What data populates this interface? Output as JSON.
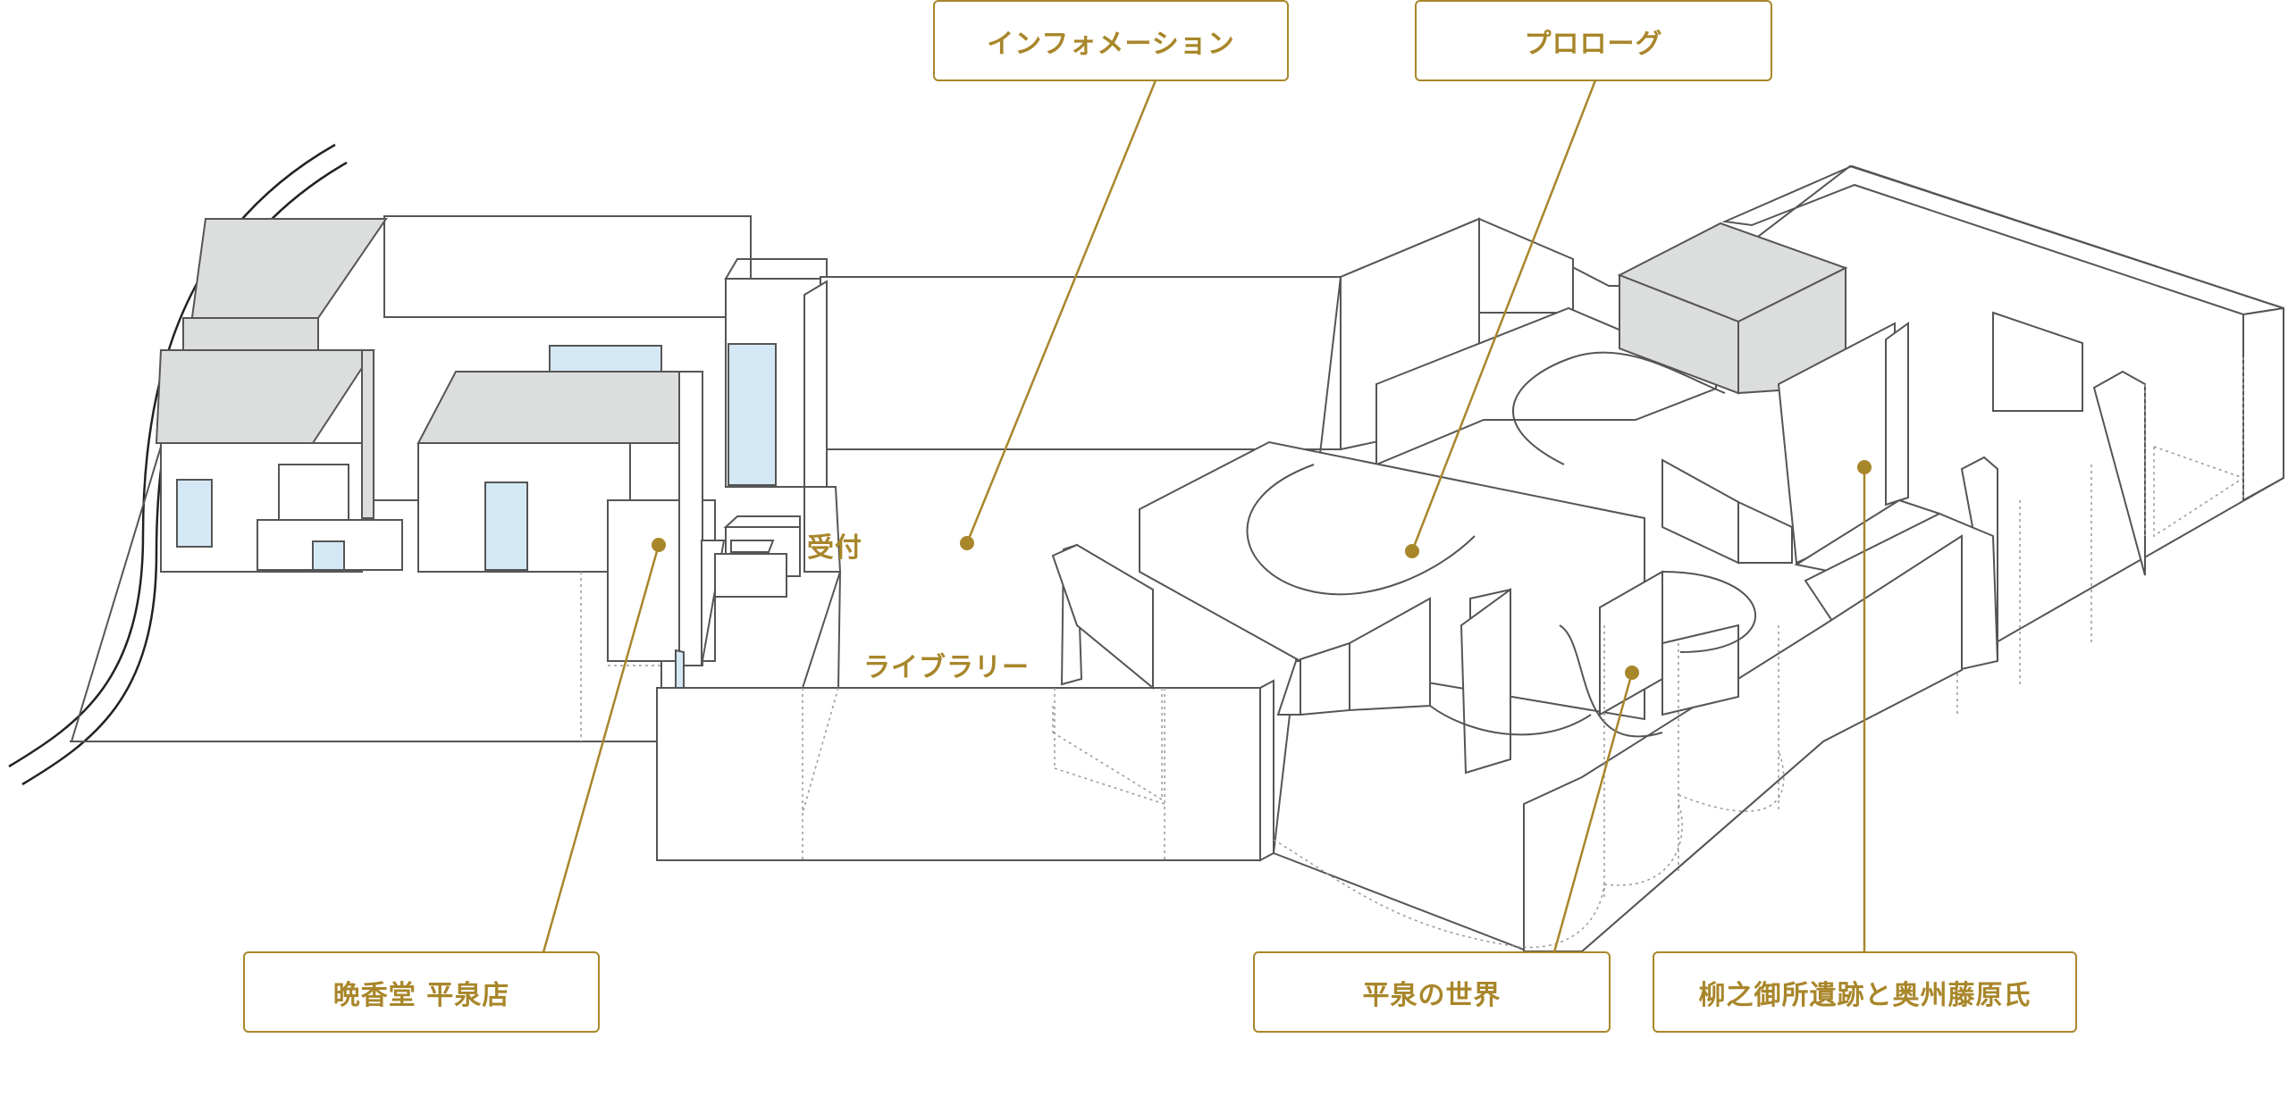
{
  "callouts": {
    "information": "インフォメーション",
    "prologue": "プロローグ",
    "shop": "晩香堂 平泉店",
    "hiraizumi_world": "平泉の世界",
    "yanagi": "柳之御所遺跡と奥州藤原氏"
  },
  "floor_labels": {
    "reception": "受付",
    "library": "ライブラリー"
  },
  "colors": {
    "accent": "#a8862a",
    "roof": "#dcdddd",
    "glass": "#d4e9f5",
    "wall_line": "#555555"
  }
}
